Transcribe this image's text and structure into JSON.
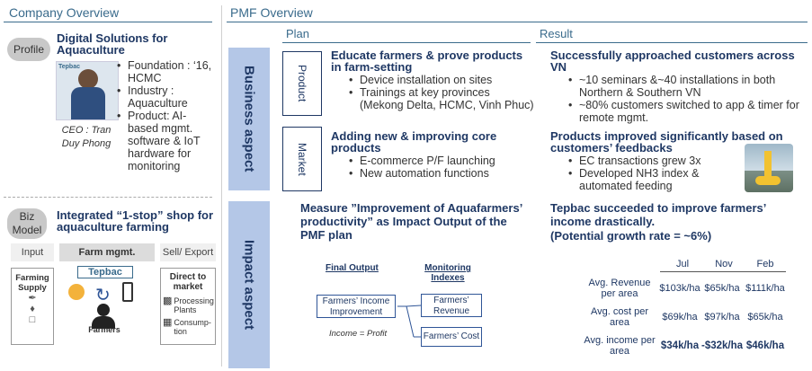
{
  "company_overview": {
    "title": "Company Overview",
    "profile": {
      "pill": "Profile",
      "heading": "Digital Solutions for Aquaculture",
      "bullets": [
        "Foundation : ‘16, HCMC",
        "Industry : Aquaculture",
        "Product: AI-based mgmt. software & IoT hardware for monitoring"
      ],
      "ceo_caption": "CEO : Tran Duy Phong",
      "photo_logo_text": "Tepbac"
    },
    "biz_model": {
      "pill": "Biz Model",
      "heading": "Integrated “1-stop” shop for aquaculture farming",
      "columns": [
        "Input",
        "Farm mgmt.",
        "Sell/ Export"
      ],
      "input_label": "Farming Supply",
      "farm_logo": "Tepbac",
      "farmers_label": "Farmers",
      "direct_market": "Direct to market",
      "outlets": [
        "Processing Plants",
        "Consump-tion"
      ]
    }
  },
  "pmf": {
    "title": "PMF Overview",
    "plan_header": "Plan",
    "result_header": "Result",
    "business_label": "Business aspect",
    "impact_label": "Impact aspect",
    "product": {
      "row_label": "Product",
      "plan_heading": "Educate farmers & prove products in farm-setting",
      "plan_bullets": [
        "Device installation on sites",
        "Trainings at key provinces (Mekong Delta, HCMC, Vinh Phuc)"
      ],
      "result_heading": "Successfully approached customers across VN",
      "result_bullets": [
        "~10 seminars &~40 installations in both Northern & Southern VN",
        "~80% customers switched to app & timer for remote mgmt."
      ]
    },
    "market": {
      "row_label": "Market",
      "plan_heading": "Adding new & improving core products",
      "plan_bullets": [
        "E-commerce P/F launching",
        "New automation functions"
      ],
      "result_heading": "Products improved significantly based on customers’ feedbacks",
      "result_bullets": [
        "EC transactions grew 3x",
        "Developed NH3 index & automated feeding"
      ]
    },
    "impact": {
      "plan_heading": "Measure ”Improvement of Aquafarmers’ productivity” as Impact Output of the PMF plan",
      "final_output_label": "Final Output",
      "monitoring_label": "Monitoring Indexes",
      "final_box": "Farmers’ Income Improvement",
      "revenue_box": "Farmers’ Revenue",
      "cost_box": "Farmers’ Cost",
      "formula": "Income = Profit",
      "result_heading": "Tepbac succeeded to improve farmers’ income drastically.",
      "growth_note": "(Potential growth rate = ~6%)",
      "table": {
        "columns": [
          "Jul",
          "Nov",
          "Feb"
        ],
        "rows": [
          {
            "label": "Avg. Revenue per area",
            "values": [
              "$103k/ha",
              "$65k/ha",
              "$111k/ha"
            ],
            "bold": false
          },
          {
            "label": "Avg. cost per area",
            "values": [
              "$69k/ha",
              "$97k/ha",
              "$65k/ha"
            ],
            "bold": false
          },
          {
            "label": "Avg. income per area",
            "values": [
              "$34k/ha",
              "-$32k/ha",
              "$46k/ha"
            ],
            "bold": true
          }
        ]
      }
    }
  },
  "colors": {
    "navy": "#1f3864",
    "section_title": "#3a6b8c",
    "aspect_bar": "#b4c7e7",
    "pill_gray": "#c8c8c8"
  }
}
